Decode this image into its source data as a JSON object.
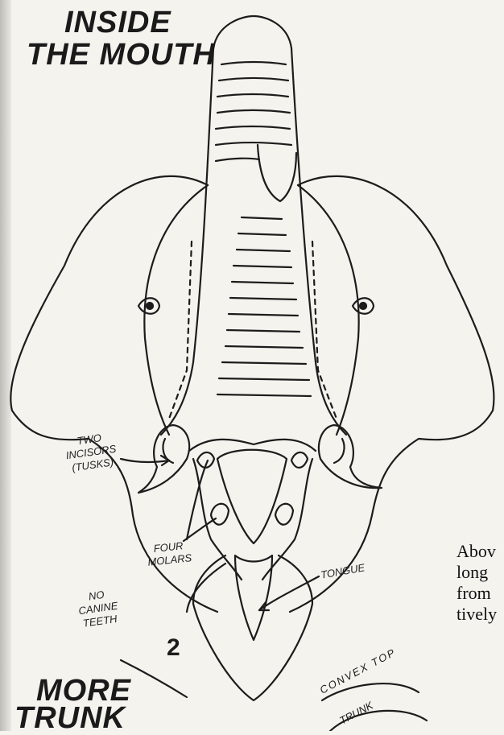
{
  "title": {
    "line1": "INSIDE",
    "line2": "THE MOUTH"
  },
  "labels": {
    "incisors": "TWO INCISORS (TUSKS)",
    "molars": "FOUR MOLARS",
    "canine": "NO CANINE TEETH",
    "tongue": "TONGUE"
  },
  "figure_number": "2",
  "body_text": [
    "Abov",
    "long",
    "from",
    "tively"
  ],
  "next_heading": {
    "line1": "MORE",
    "line2": "TRUNK"
  },
  "lower_diagram": {
    "convex_label": "CONVEX TOP",
    "trunk_label": "TRUNK"
  }
}
